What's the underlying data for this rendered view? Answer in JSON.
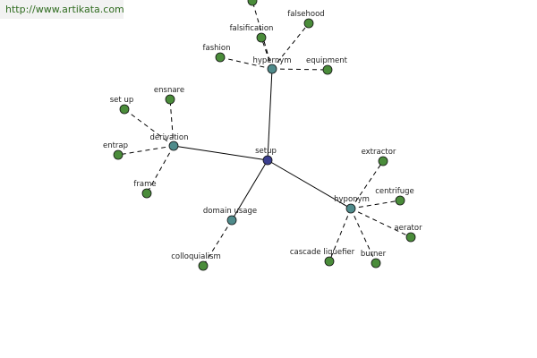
{
  "watermark": "http://www.artikata.com",
  "colors": {
    "center": "#3b3f8f",
    "relation": "#4f8b8b",
    "leaf": "#4a8c3a",
    "edge": "#000000"
  },
  "center": "setup",
  "relations": {
    "hypernym": "hypernym",
    "derivation": "derivation",
    "domain_usage": "domain usage",
    "hyponym": "hyponym"
  },
  "leaves": {
    "falsification": "falsification",
    "falsehood": "falsehood",
    "fashion": "fashion",
    "equipment": "equipment",
    "ensnare": "ensnare",
    "set_up": "set up",
    "entrap": "entrap",
    "frame": "frame",
    "colloquialism": "colloquialism",
    "extractor": "extractor",
    "centrifuge": "centrifuge",
    "aerator": "aerator",
    "cascade_liquefier": "cascade liquefier",
    "burner": "burner"
  }
}
